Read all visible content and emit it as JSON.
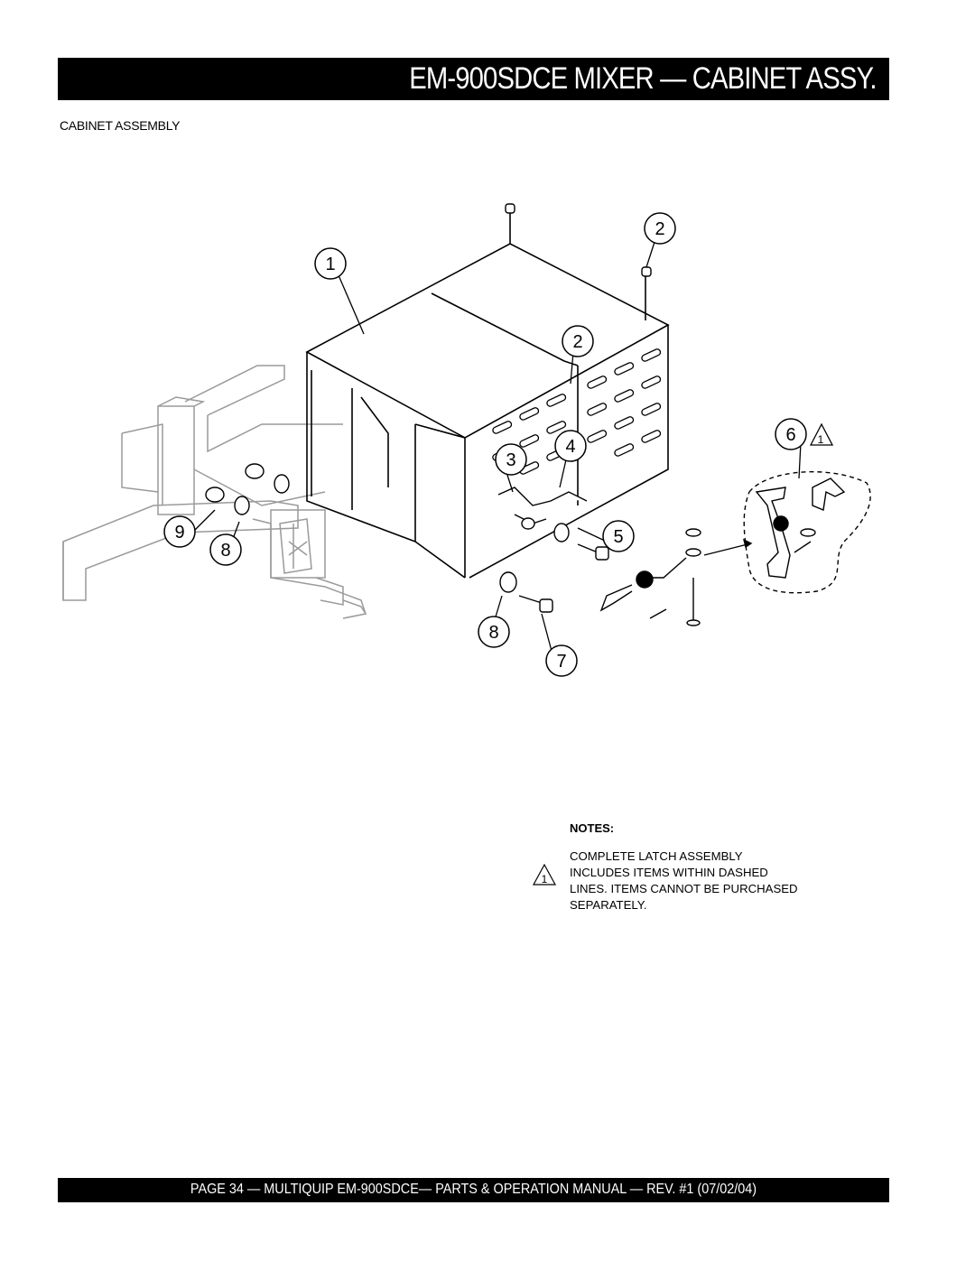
{
  "header": {
    "title": "EM-900SDCE MIXER — CABINET ASSY."
  },
  "section": {
    "label": "CABINET ASSEMBLY"
  },
  "diagram": {
    "callouts": [
      "1",
      "2",
      "2",
      "3",
      "4",
      "5",
      "6",
      "7",
      "8",
      "8",
      "9"
    ],
    "note_ref": "1"
  },
  "notes": {
    "title": "NOTES:",
    "marker": "1",
    "lines": [
      "COMPLETE LATCH ASSEMBLY",
      "INCLUDES ITEMS WITHIN DASHED",
      "LINES. ITEMS CANNOT BE PURCHASED",
      "SEPARATELY."
    ]
  },
  "footer": {
    "text": "PAGE 34 — MULTIQUIP EM-900SDCE— PARTS & OPERATION MANUAL — REV. #1 (07/02/04)"
  }
}
